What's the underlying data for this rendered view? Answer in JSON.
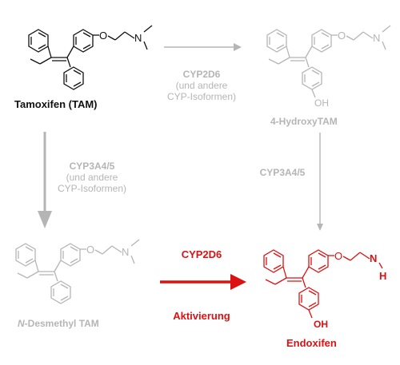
{
  "colors": {
    "black": "#111111",
    "gray": "#b5b5b5",
    "red": "#dd1111"
  },
  "compounds": {
    "tam": {
      "name": "Tamoxifen (TAM)"
    },
    "hydroxy": {
      "name": "4-HydroxyTAM",
      "oh": "OH"
    },
    "ndesmethyl": {
      "name_italic": "N",
      "name_rest": "-Desmethyl TAM"
    },
    "endoxifen": {
      "name": "Endoxifen",
      "oh": "OH",
      "h": "H"
    }
  },
  "atoms": {
    "o": "O",
    "n": "N"
  },
  "reactions": {
    "top": {
      "enzyme": "CYP2D6",
      "note_line1": "(und andere",
      "note_line2": "CYP-Isoformen)"
    },
    "left": {
      "enzyme": "CYP3A4/5",
      "note_line1": "(und andere",
      "note_line2": "CYP-Isoformen)"
    },
    "right": {
      "enzyme": "CYP3A4/5"
    },
    "bottom": {
      "enzyme": "CYP2D6",
      "note": "Aktivierung"
    }
  }
}
